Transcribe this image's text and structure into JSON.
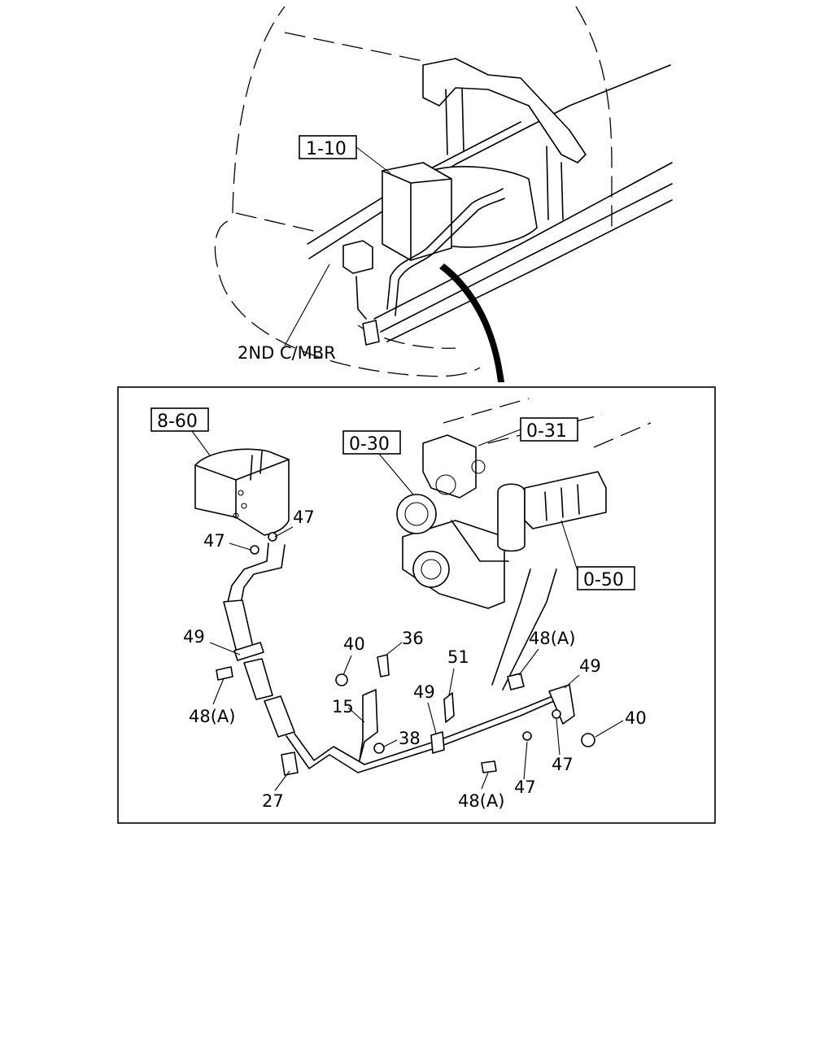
{
  "diagram": {
    "callout_labels": {
      "top_box_1_10": "1-10",
      "second_crossmember": "2ND C/MBR"
    },
    "reference_boxes": {
      "box_8_60": "8-60",
      "box_0_30": "0-30",
      "box_0_31": "0-31",
      "box_0_50": "0-50"
    },
    "part_numbers": {
      "p47_upper_right": "47",
      "p47_upper_left": "47",
      "p49_left": "49",
      "p48a_left": "48(A)",
      "p40_center": "40",
      "p36": "36",
      "p51": "51",
      "p15": "15",
      "p49_center": "49",
      "p38": "38",
      "p27": "27",
      "p48a_center": "48(A)",
      "p48a_right": "48(A)",
      "p49_right": "49",
      "p40_right": "40",
      "p47_right": "47",
      "p47_bottom": "47"
    }
  }
}
